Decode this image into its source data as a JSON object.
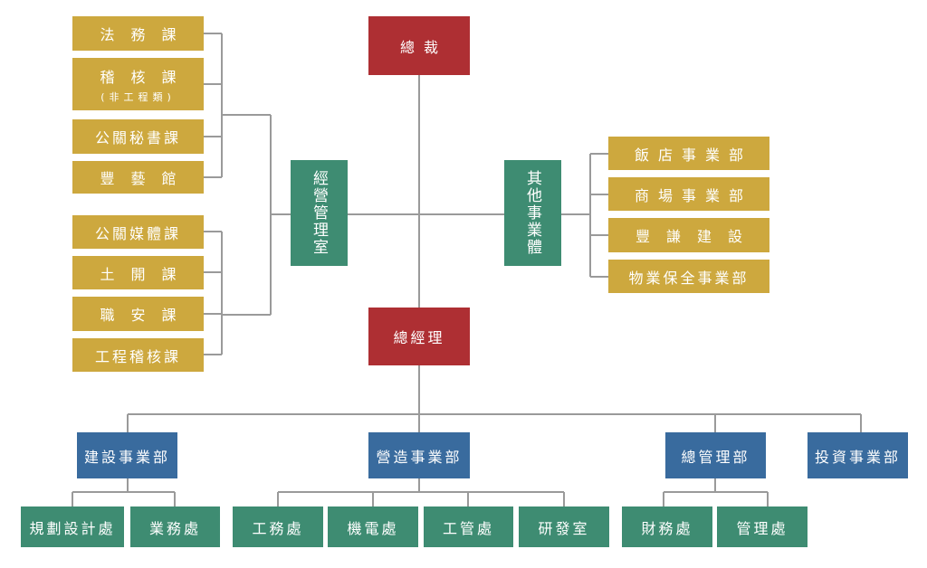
{
  "colors": {
    "president": "#ae2f33",
    "section": "#cda83e",
    "office": "#3e8c72",
    "division": "#396b9e",
    "line": "#999999"
  },
  "president": "總裁",
  "general_manager": "總經理",
  "management_office": "經營管理室",
  "other_business": "其他事業體",
  "left_sections": [
    {
      "label": "法務課"
    },
    {
      "label": "稽核課",
      "sub": "(非工程類)"
    },
    {
      "label": "公關秘書課"
    },
    {
      "label": "豐藝館"
    },
    {
      "label": "公關媒體課"
    },
    {
      "label": "土開課"
    },
    {
      "label": "職安課"
    },
    {
      "label": "工程稽核課"
    }
  ],
  "right_units": [
    "飯店事業部",
    "商場事業部",
    "豐謙建設",
    "物業保全事業部"
  ],
  "divisions": [
    {
      "label": "建設事業部",
      "children": [
        "規劃設計處",
        "業務處"
      ]
    },
    {
      "label": "營造事業部",
      "children": [
        "工務處",
        "機電處",
        "工管處",
        "研發室"
      ]
    },
    {
      "label": "總管理部",
      "children": [
        "財務處",
        "管理處"
      ]
    },
    {
      "label": "投資事業部",
      "children": []
    }
  ]
}
